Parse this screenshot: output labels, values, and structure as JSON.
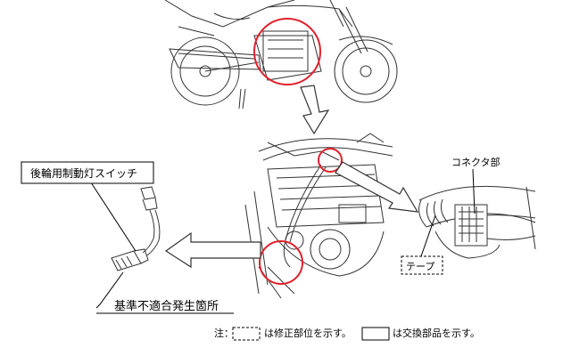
{
  "labels": {
    "switch_name": "後輪用制動灯スイッチ",
    "connector_part": "コネクタ部",
    "tape": "テープ",
    "nonconformity_location": "基準不適合発生箇所"
  },
  "note": {
    "prefix": "注：",
    "dashed_meaning": "は修正部位を示す。",
    "solid_meaning": "は交換部品を示す。"
  },
  "colors": {
    "highlight_circle": "#e0202a",
    "line_art": "#333333",
    "arrow_fill": "#ffffff"
  }
}
